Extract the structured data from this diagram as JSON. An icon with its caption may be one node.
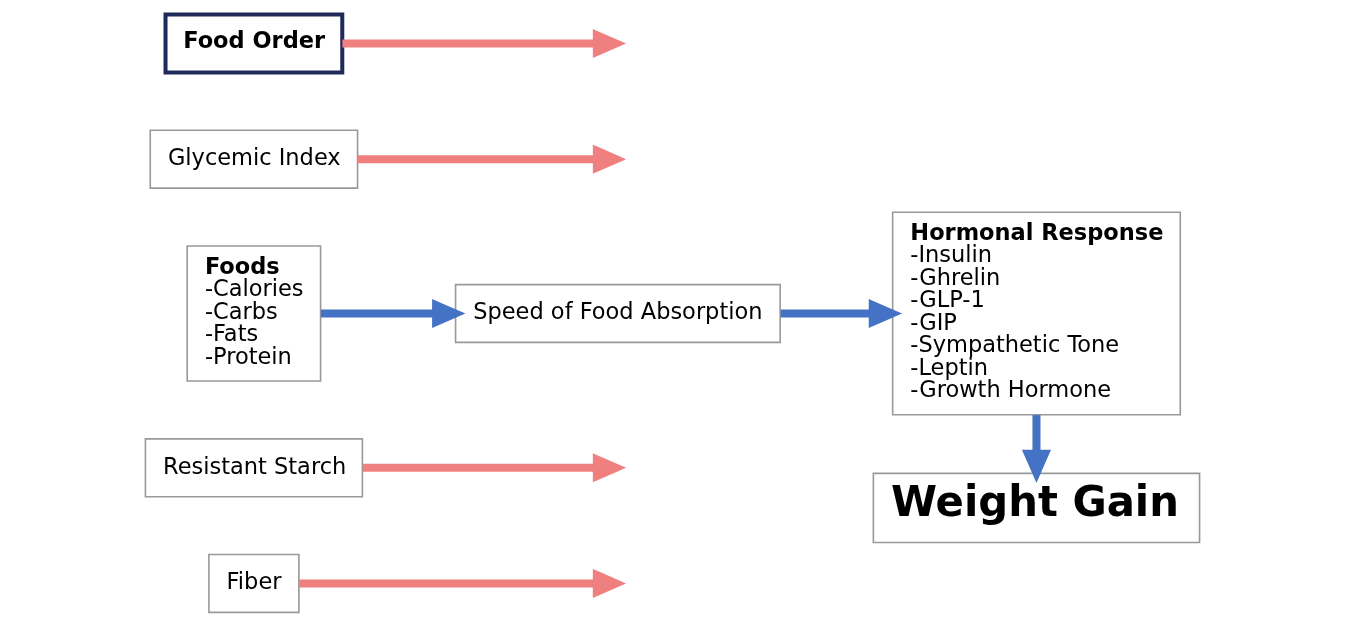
{
  "diagram": {
    "nodes": [
      {
        "text": [
          "Foods",
          "-Calories",
          "-Carbs",
          "-Fats",
          "-Protein"
        ]
      },
      {
        "text": [
          "Food Order"
        ]
      },
      {
        "text": [
          "Glycemic Index"
        ]
      },
      {
        "text": [
          "Speed of Food Absorption"
        ]
      },
      {
        "text": [
          "Resistant Starch"
        ]
      },
      {
        "text": [
          "Fiber"
        ]
      },
      {
        "text": [
          "Hormonal Response",
          "-Insulin",
          "-Ghrelin",
          "-GLP-1",
          "-GIP",
          "-Sympathetic Tone",
          "-Leptin",
          "-Growth Hormone"
        ]
      },
      {
        "text": [
          "Weight Gain"
        ]
      }
    ],
    "edges": [
      {
        "from": 0,
        "to": 3,
        "arrow": "to",
        "color": "#4472c4"
      },
      {
        "from": 1,
        "to": null,
        "arrow": "to",
        "color": "#f08080"
      },
      {
        "from": 2,
        "to": null,
        "arrow": "to",
        "color": "#f08080"
      },
      {
        "from": 4,
        "to": null,
        "arrow": "to",
        "color": "#f08080"
      },
      {
        "from": 5,
        "to": null,
        "arrow": "to",
        "color": "#f08080"
      },
      {
        "from": 3,
        "to": 6,
        "arrow": "to",
        "color": "#4472c4"
      },
      {
        "from": 6,
        "to": 7,
        "arrow": "to",
        "color": "#4472c4"
      }
    ]
  }
}
